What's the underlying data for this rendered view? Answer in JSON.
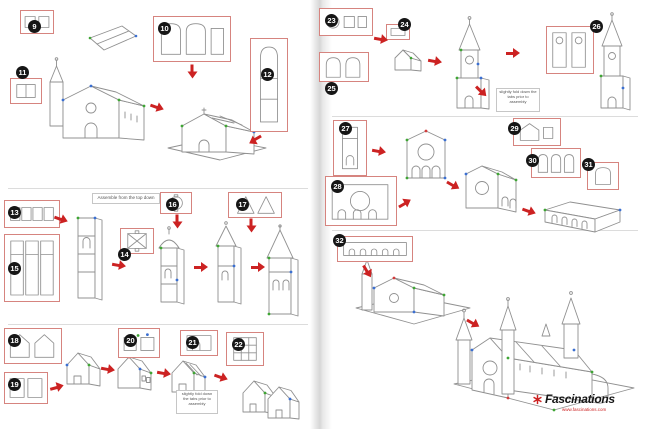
{
  "document": {
    "type": "model-assembly-instructions",
    "pages": [
      "left",
      "right"
    ]
  },
  "steps": [
    "9",
    "10",
    "11",
    "12",
    "13",
    "14",
    "15",
    "16",
    "17",
    "18",
    "19",
    "20",
    "21",
    "22",
    "23",
    "24",
    "25",
    "26",
    "27",
    "28",
    "29",
    "30",
    "31",
    "32"
  ],
  "notes": {
    "assembly_order": "Assemble from the top down",
    "fold_tabs_left": "slightly fold down the tabs prior to assembly",
    "fold_tabs_right": "slightly fold down the tabs prior to assembly"
  },
  "logo": {
    "brand": "Fascinations",
    "url": "www.fascinations.com"
  },
  "icons": {
    "assembly_arrow": "red-right-arrow",
    "logo_mark": "red-spark"
  },
  "colors": {
    "parts_box_border": "#d6847f",
    "arrow_red": "#cc2222",
    "badge_black": "#161616",
    "line_art_gray": "#909090",
    "tab_dot_green": "#3fa535",
    "tab_dot_blue": "#3b6fd1"
  }
}
